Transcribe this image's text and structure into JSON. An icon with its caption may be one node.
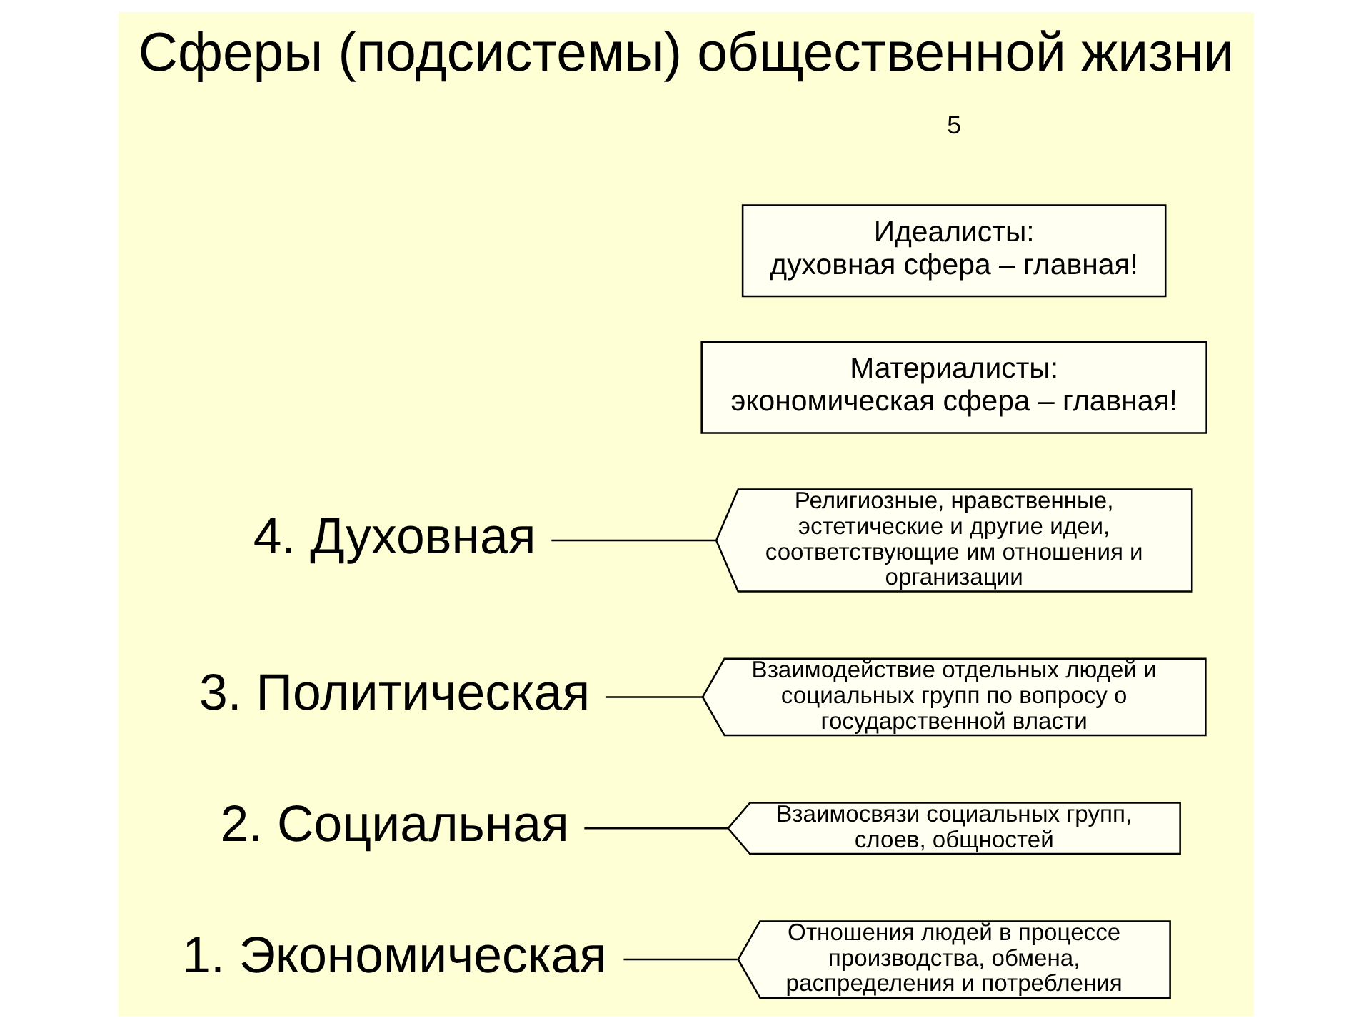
{
  "diagram": {
    "title": "Сферы (подсистемы) общественной жизни",
    "nodes": [
      {
        "text": [
          "1. Экономическая"
        ]
      },
      {
        "text": [
          "2. Социальная"
        ]
      },
      {
        "text": [
          "3. Политическая"
        ]
      },
      {
        "text": [
          "4. Духовная"
        ]
      },
      {
        "text": [
          "Отношения людей в процессе производства, обмена, распределения и потребления"
        ]
      },
      {
        "text": [
          "Взаимосвязи социальных групп, слоев, общностей"
        ]
      },
      {
        "text": [
          "Взаимодействие отдельных людей и социальных групп по вопросу о государственной власти"
        ]
      },
      {
        "text": [
          "Религиозные, нравственные, эстетические и другие идеи, соответствующие им отношения и организации"
        ]
      },
      {
        "text": [
          "Материалисты:",
          "экономическая сфера – главная!"
        ]
      },
      {
        "text": [
          "Идеалисты:",
          "духовная сфера – главная!"
        ]
      }
    ],
    "edges": [
      {
        "from": 4,
        "to": 0,
        "arrow": "none"
      },
      {
        "from": 5,
        "to": 1,
        "arrow": "none"
      },
      {
        "from": 6,
        "to": 2,
        "arrow": "none"
      },
      {
        "from": 7,
        "to": 3,
        "arrow": "none"
      }
    ],
    "labels": [
      "5"
    ]
  }
}
